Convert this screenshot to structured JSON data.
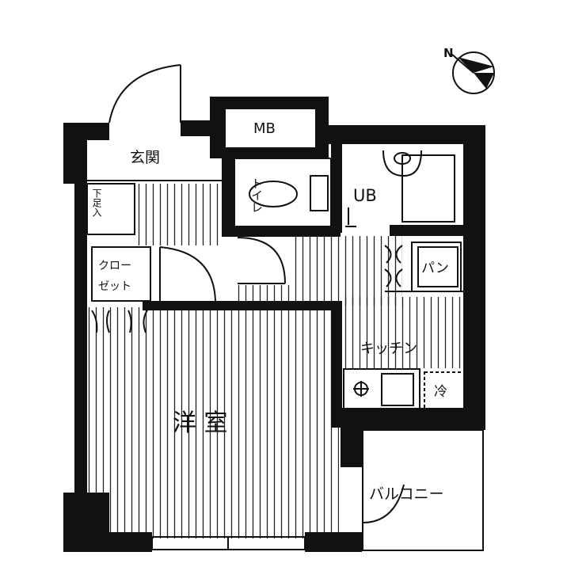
{
  "compass": {
    "north_label": "N"
  },
  "rooms": {
    "entrance": "玄関",
    "meter_box": "MB",
    "toilet": "トイレ",
    "unit_bath": "UB",
    "shoe_box": "下足入",
    "closet_line1": "クロー",
    "closet_line2": "ゼット",
    "washer_pan": "パン",
    "kitchen": "キッチン",
    "fridge": "冷",
    "western_room": "洋 室",
    "balcony": "バルコニー"
  }
}
